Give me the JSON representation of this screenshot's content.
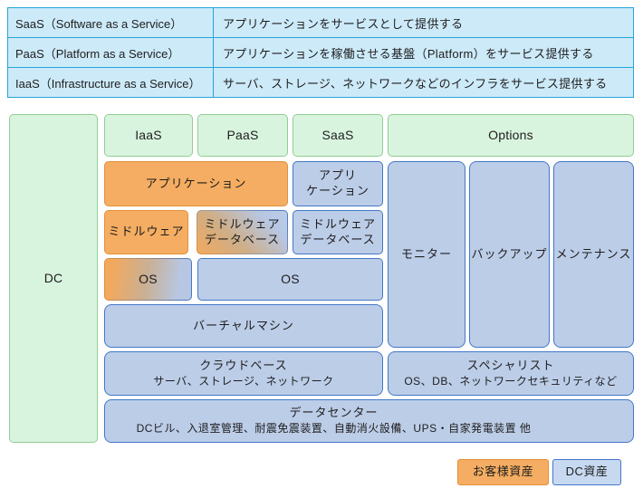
{
  "definition_table": {
    "rows": [
      {
        "term": "SaaS（Software as a Service）",
        "desc": "アプリケーションをサービスとして提供する"
      },
      {
        "term": "PaaS（Platform as a Service）",
        "desc": "アプリケーションを稼働させる基盤（Platform）をサービス提供する"
      },
      {
        "term": "IaaS（Infrastructure as a Service）",
        "desc": "サーバ、ストレージ、ネットワークなどのインフラをサービス提供する"
      }
    ]
  },
  "stack": {
    "dc_column": "DC",
    "columns": {
      "iaas": "IaaS",
      "paas": "PaaS",
      "saas": "SaaS",
      "options": "Options"
    },
    "application_customer": "アプリケーション",
    "application_dc": {
      "l1": "アプリ",
      "l2": "ケーション"
    },
    "middleware_customer": "ミドルウェア",
    "middleware_db_paas": {
      "l1": "ミドルウェア",
      "l2": "データベース"
    },
    "middleware_db_saas": {
      "l1": "ミドルウェア",
      "l2": "データベース"
    },
    "os_iaas": "OS",
    "os_dc": "OS",
    "virtual_machine": "バーチャルマシン",
    "cloud_base": {
      "title": "クラウドベース",
      "sub": "サーバ、ストレージ、ネットワーク"
    },
    "options_items": {
      "monitor": "モニター",
      "backup": "バックアップ",
      "maintenance": "メンテナンス"
    },
    "specialist": {
      "title": "スペシャリスト",
      "sub": "OS、DB、ネットワークセキュリティなど"
    },
    "datacenter": {
      "title": "データセンター",
      "sub": "DCビル、入退室管理、耐震免震装置、自動消火設備、UPS・自家発電装置 他"
    }
  },
  "legend": {
    "customer_asset": "お客様資産",
    "dc_asset": "DC資産"
  },
  "colors": {
    "customer_orange": "#f4ad62",
    "dc_blue": "#bccde8",
    "green": "#d9f4de",
    "table_blue": "#cdeaf9",
    "table_border": "#25a5da",
    "blue_border": "#4377c8",
    "orange_border": "#e2913a",
    "green_border": "#90ce95"
  }
}
